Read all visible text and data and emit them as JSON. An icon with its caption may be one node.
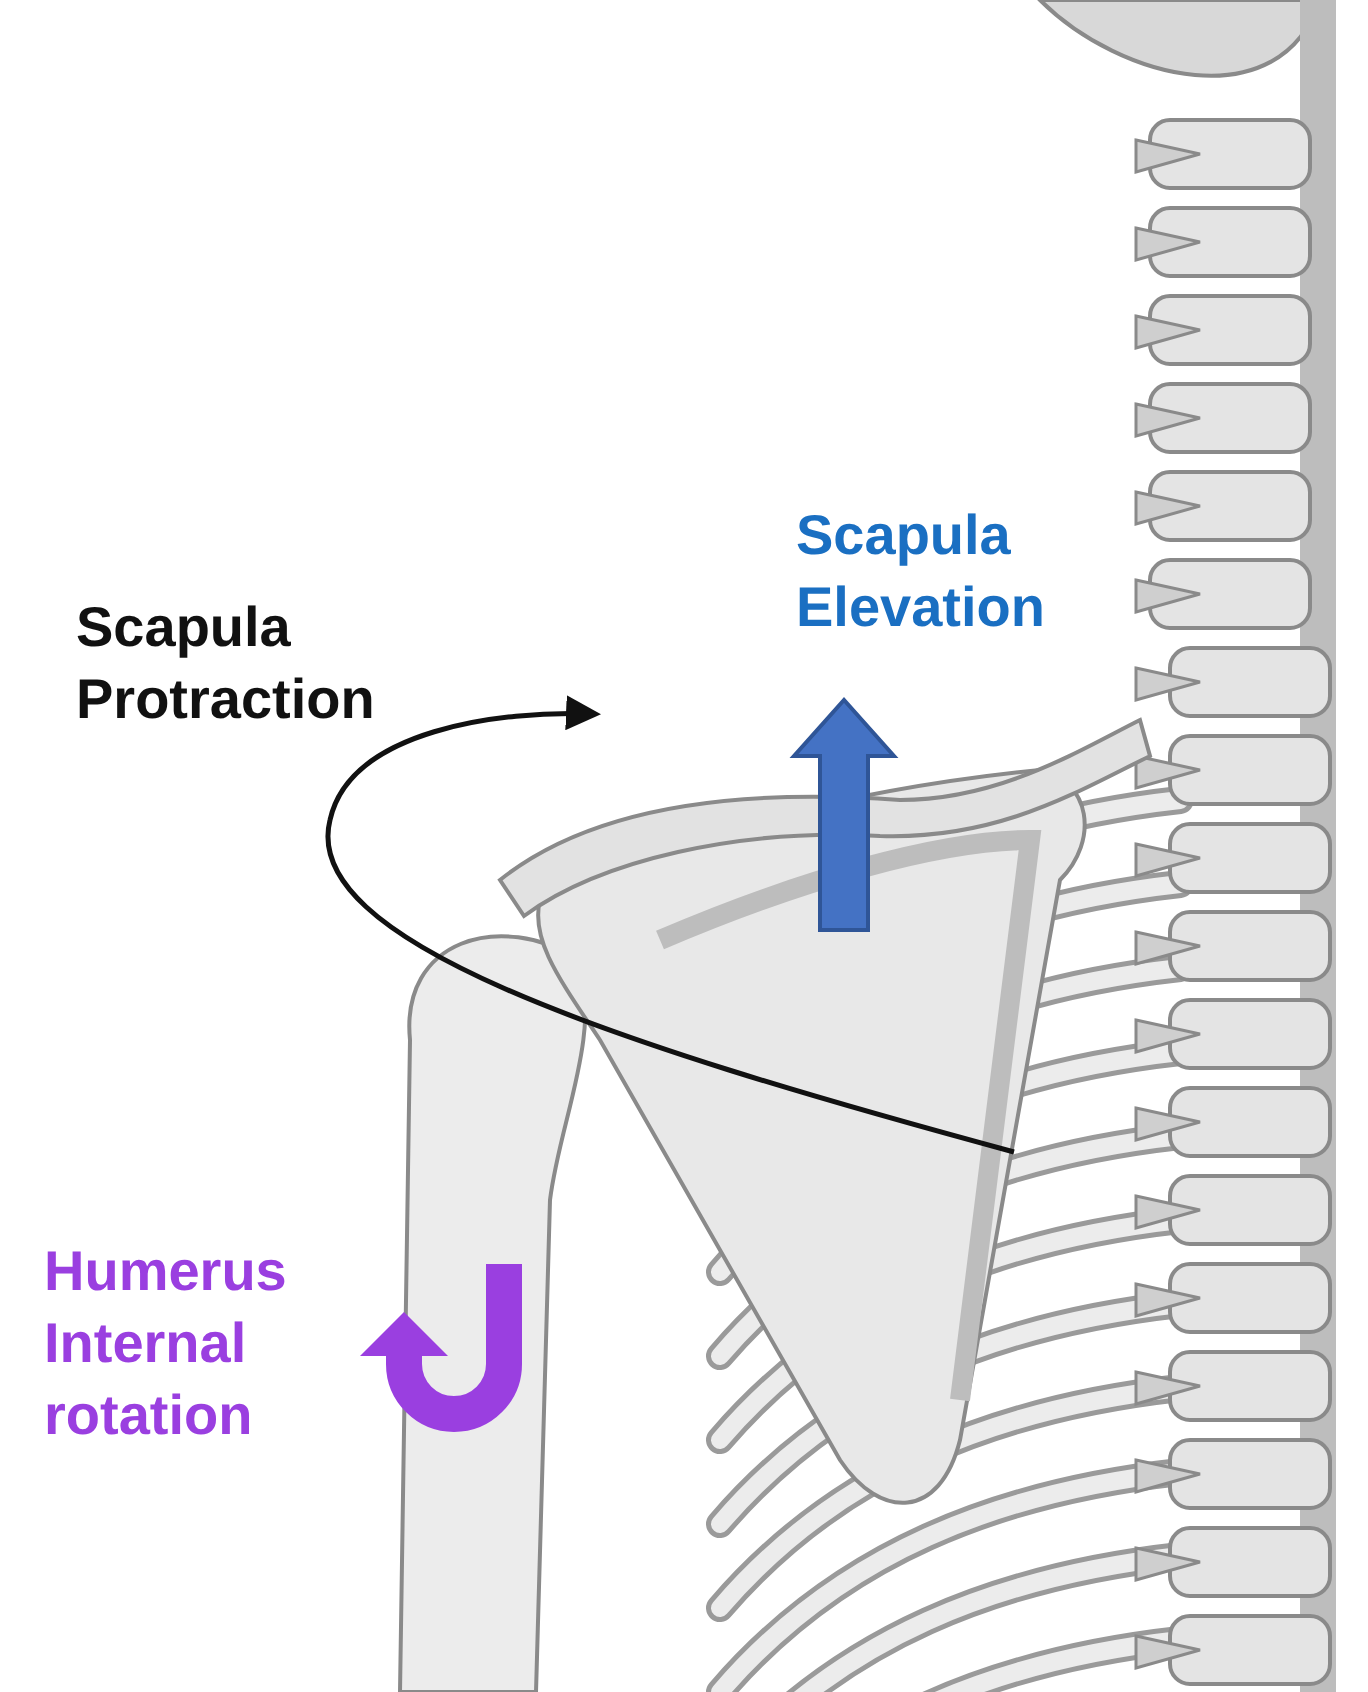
{
  "diagram": {
    "labels": [
      "Scapula Protraction",
      "Scapula Elevation",
      "Humerus Internal rotation"
    ]
  }
}
